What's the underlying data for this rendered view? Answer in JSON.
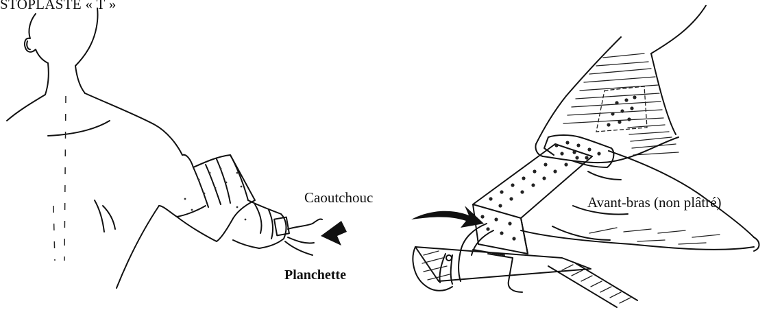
{
  "figure": {
    "title": "STOPLASTE « T »",
    "labels": {
      "caoutchouc": "Caoutchouc",
      "planchette": "Planchette",
      "avant_bras": "Avant-bras (non plâtré)"
    }
  }
}
